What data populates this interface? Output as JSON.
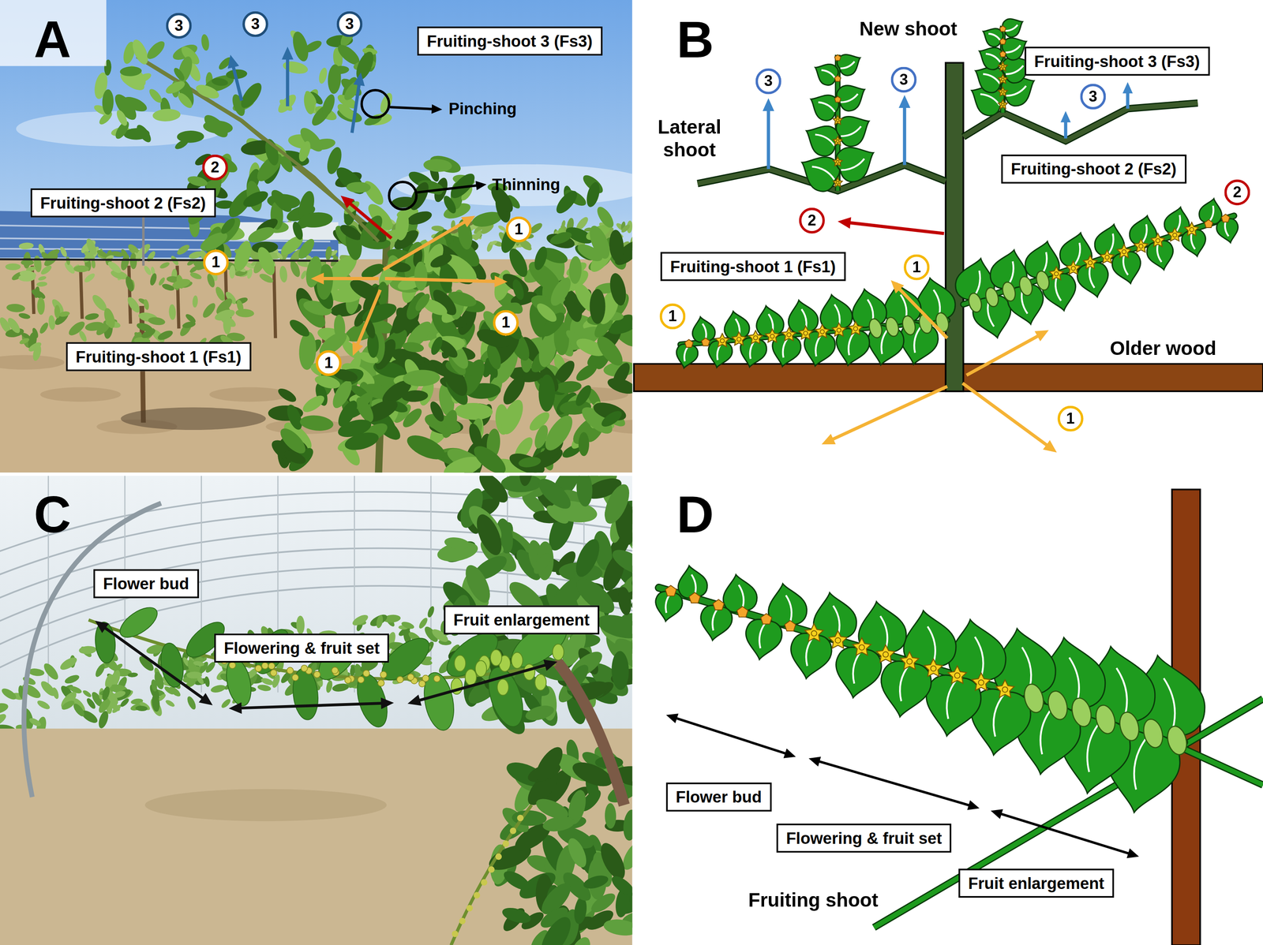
{
  "diagram": {
    "nodes": [
      {
        "text": [
          "3"
        ]
      },
      {
        "text": [
          "3"
        ]
      },
      {
        "text": [
          "3"
        ]
      },
      {
        "text": [
          "Fruiting-shoot 3 (Fs3)"
        ]
      },
      {
        "text": [
          "2"
        ]
      },
      {
        "text": [
          "Fruiting-shoot 2 (Fs2)"
        ]
      },
      {
        "text": [
          "1"
        ]
      },
      {
        "text": [
          "1"
        ]
      },
      {
        "text": [
          "1"
        ]
      },
      {
        "text": [
          "Fruiting-shoot 1 (Fs1)"
        ]
      },
      {
        "text": [
          "1"
        ]
      },
      {
        "text": [
          "3"
        ]
      },
      {
        "text": [
          "3"
        ]
      },
      {
        "text": [
          "Fruiting-shoot 3 (Fs3)"
        ]
      },
      {
        "text": [
          "3"
        ]
      },
      {
        "text": [
          "Fruiting-shoot 2 (Fs2)"
        ]
      },
      {
        "text": [
          "2"
        ]
      },
      {
        "text": [
          "2"
        ]
      },
      {
        "text": [
          "Fruiting-shoot 1 (Fs1)"
        ]
      },
      {
        "text": [
          "1"
        ]
      },
      {
        "text": [
          "1"
        ]
      },
      {
        "text": [
          "1"
        ]
      },
      {
        "text": [
          "Flower bud"
        ]
      },
      {
        "text": [
          "Flowering & fruit set"
        ]
      },
      {
        "text": [
          "Fruit enlargement"
        ]
      },
      {
        "text": [
          "Flower bud"
        ]
      },
      {
        "text": [
          "Flowering & fruit set"
        ]
      },
      {
        "text": [
          "Fruit enlargement"
        ]
      }
    ],
    "labels": [
      "A",
      "Pinching",
      "Thinning",
      "B",
      "New shoot",
      "Lateral shoot",
      "Older wood",
      "C",
      "D",
      "Fruiting shoot"
    ]
  }
}
